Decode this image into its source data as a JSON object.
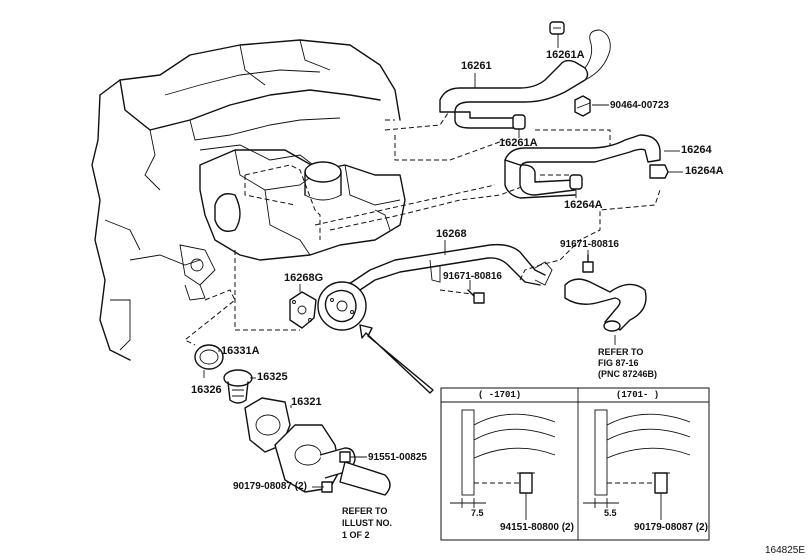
{
  "parts": {
    "p16261": "16261",
    "p16261A_top": "16261A",
    "p90464": "90464-00723",
    "p16261A_mid": "16261A",
    "p16264": "16264",
    "p16264A_right": "16264A",
    "p16264A_mid": "16264A",
    "p16268": "16268",
    "p91671_right": "91671-80816",
    "p91671_mid": "91671-80816",
    "p16268G": "16268G",
    "p16331A": "16331A",
    "p16326": "16326",
    "p16325": "16325",
    "p16321": "16321",
    "p91551": "91551-00825",
    "p90179_left": "90179-08087 (2)"
  },
  "refer_fig": {
    "line1": "REFER TO",
    "line2": "FIG 87-16",
    "line3": "(PNC 87246B)"
  },
  "refer_illust": {
    "line1": "REFER TO",
    "line2": "ILLUST NO.",
    "line3": "1 OF 2"
  },
  "inset": {
    "left_header": "(      -1701)",
    "right_header": "(1701-      )",
    "left_dim": "7.5",
    "right_dim": "5.5",
    "left_part": "94151-80800 (2)",
    "right_part": "90179-08087 (2)"
  },
  "diagram_id": "164825E"
}
